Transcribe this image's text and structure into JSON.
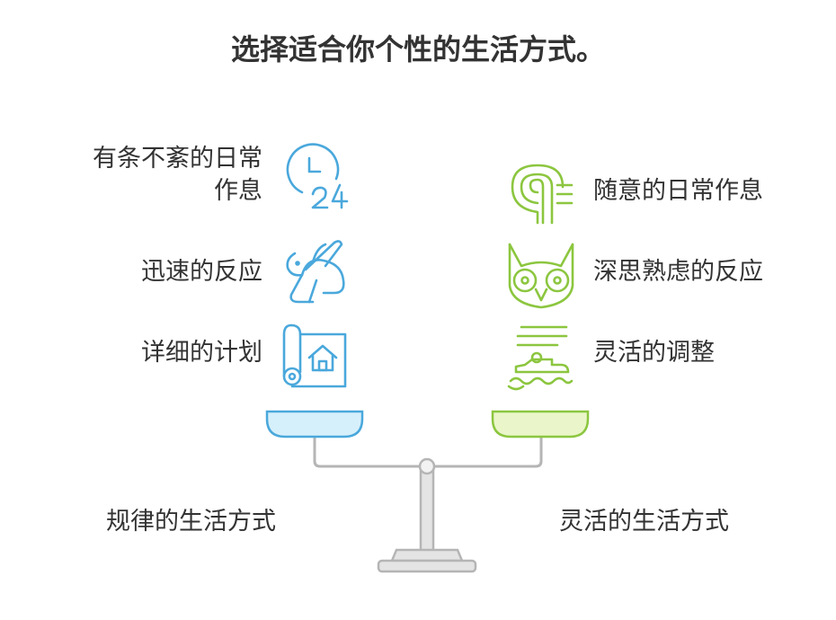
{
  "title": "选择适合你个性的生活方式。",
  "left": {
    "items": [
      {
        "label_line1": "有条不紊的日常",
        "label_line2": "作息",
        "icon": "clock-24-icon"
      },
      {
        "label": "迅速的反应",
        "icon": "rabbit-icon"
      },
      {
        "label": "详细的计划",
        "icon": "blueprint-house-icon"
      }
    ],
    "footer": "规律的生活方式",
    "color": "#4aa8dc",
    "pan_fill": "#d6f0fb"
  },
  "right": {
    "items": [
      {
        "label": "随意的日常作息",
        "icon": "wind-swirl-icon"
      },
      {
        "label": "深思熟虑的反应",
        "icon": "owl-icon"
      },
      {
        "label": "灵活的调整",
        "icon": "boat-on-water-icon"
      }
    ],
    "footer": "灵活的生活方式",
    "color": "#8cc63f",
    "pan_fill": "#eaf6c9"
  },
  "scale": {
    "stroke": "#b5b5b5",
    "fill": "#e4e4e4"
  }
}
